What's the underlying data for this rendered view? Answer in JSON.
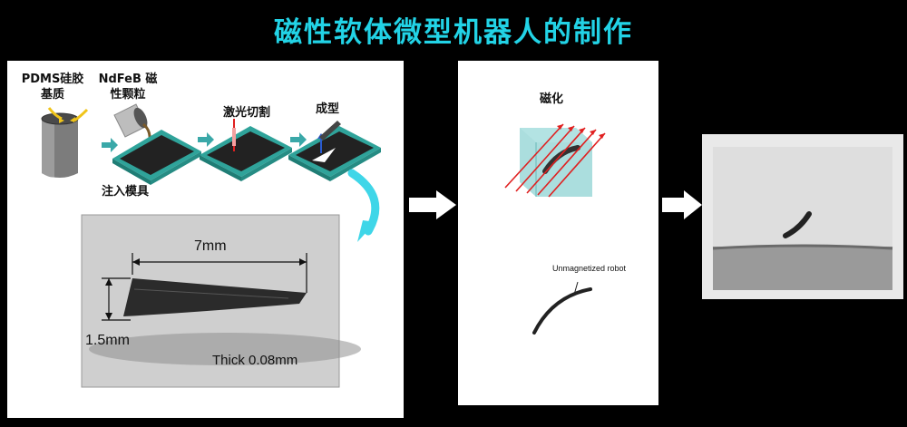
{
  "title": "磁性软体微型机器人的制作",
  "panel1": {
    "material_pdms": [
      "PDMS硅胶",
      "基质"
    ],
    "material_ndfeb": [
      "NdFeB 磁",
      "性颗粒"
    ],
    "step_mold": "注入模具",
    "step_laser": "激光切割",
    "step_shape": "成型",
    "photo": {
      "length_label": "7mm",
      "width_label": "1.5mm",
      "thick_label": "Thick 0.08mm"
    }
  },
  "panel2": {
    "magnetize_label": "磁化",
    "unmagnetized_label": "Unmagnetized robot"
  },
  "colors": {
    "title": "#22d3e6",
    "arrow_teal": "#3aa8a8",
    "mold_green": "#2fa39a",
    "curve_arrow": "#3fd6e8",
    "field_lines": "#e02020",
    "cube": "#8fd3d3"
  }
}
